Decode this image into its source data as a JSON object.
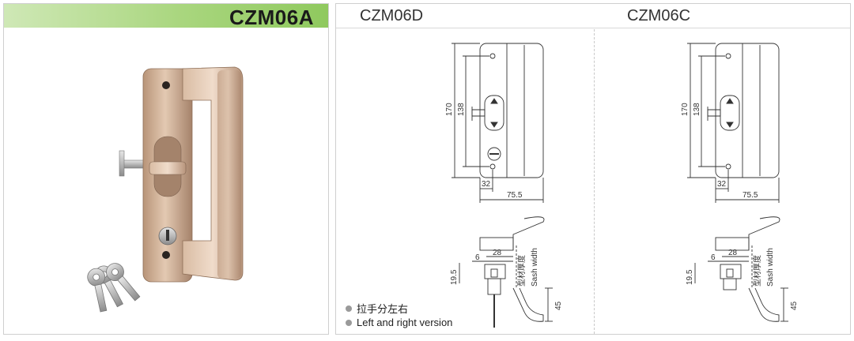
{
  "product": {
    "model": "CZM06A",
    "title_color": "#1a1a1a",
    "banner_color": "#a9d67e",
    "finish_color": "#c9a98c"
  },
  "variants": [
    {
      "label": "CZM06D",
      "has_key_cylinder": true
    },
    {
      "label": "CZM06C",
      "has_key_cylinder": false
    }
  ],
  "dimensions": {
    "height_total": "170",
    "height_holes": "138",
    "width_offset": "32",
    "width_total": "75.5",
    "side_28": "28",
    "side_6": "6",
    "side_19_5": "19.5",
    "side_45": "45",
    "material_thickness_cn": "型材厚度",
    "sash_width": "Sash width"
  },
  "notes": {
    "cn": "拉手分左右",
    "en": "Left and right version"
  }
}
